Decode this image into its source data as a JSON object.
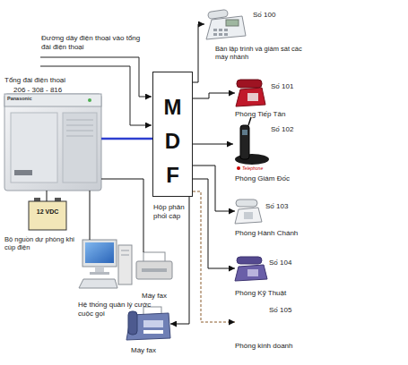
{
  "diagram": {
    "nodes": [
      {
        "text": [
          "Tổng đài điện thoại",
          "206 - 308 - 816"
        ]
      },
      {
        "text": [
          "M D F",
          "Hộp phân phối cáp"
        ]
      },
      {
        "text": [
          "Số 100",
          "Bàn lập trình và giám sát các máy nhánh"
        ]
      },
      {
        "text": [
          "Số 101",
          "Phòng Tiếp Tân"
        ]
      },
      {
        "text": [
          "Số 102",
          "Phòng Giám Đốc"
        ]
      },
      {
        "text": [
          "Số 103",
          "Phòng Hành Chánh"
        ]
      },
      {
        "text": [
          "Số 104",
          "Phòng Kỹ Thuật"
        ]
      },
      {
        "text": [
          "Số 105",
          "Phòng kinh doanh"
        ]
      },
      {
        "text": [
          "12 VDC",
          "Bộ nguồn dự phòng khi cúp điện"
        ]
      },
      {
        "text": [
          "Hệ thống quản lý cước cuộc gọi"
        ]
      },
      {
        "text": [
          "Máy fax"
        ]
      },
      {
        "text": [
          "Máy fax"
        ]
      }
    ],
    "edges": [
      {
        "from": 0,
        "to": 1,
        "arrow": "none"
      },
      {
        "from": 1,
        "to": 2,
        "arrow": "to"
      },
      {
        "from": 1,
        "to": 3,
        "arrow": "to"
      },
      {
        "from": 1,
        "to": 4,
        "arrow": "to"
      },
      {
        "from": 1,
        "to": 5,
        "arrow": "to"
      },
      {
        "from": 1,
        "to": 6,
        "arrow": "to"
      },
      {
        "from": 1,
        "to": 7,
        "arrow": "to"
      },
      {
        "from": 1,
        "to": 11,
        "arrow": "to"
      },
      {
        "from": 0,
        "to": 8,
        "arrow": "none"
      },
      {
        "from": 0,
        "to": 9,
        "arrow": "none"
      },
      {
        "from": 0,
        "to": 10,
        "arrow": "none"
      }
    ],
    "labels": [
      "Đường dây điện thoại vào tổng đài điện thoại",
      "Panasonic",
      "Telephone"
    ]
  }
}
